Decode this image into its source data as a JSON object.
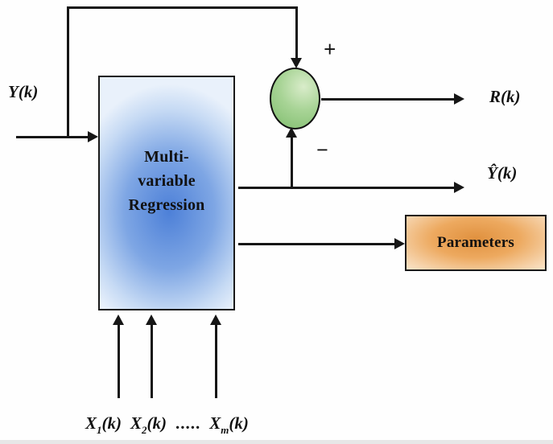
{
  "nodes": {
    "regression_box": {
      "lines": [
        "Multi-",
        "variable",
        "Regression"
      ]
    },
    "parameters_box": {
      "label": "Parameters"
    },
    "sum_junction": {
      "plus": "+",
      "minus": "−"
    }
  },
  "labels": {
    "y_input": "Y(k)",
    "r_output": "R(k)",
    "yhat_output": "Ŷ(k)"
  },
  "inputs": {
    "x1": {
      "base": "X",
      "sub": "1",
      "paren": "(k)"
    },
    "x2": {
      "base": "X",
      "sub": "2",
      "paren": "(k)"
    },
    "dots": ".....",
    "xm": {
      "base": "X",
      "sub": "m",
      "paren": "(k)"
    }
  },
  "colors": {
    "regression_box_fill": "#4d80d8",
    "sum_junction_fill": "#7fbd6d",
    "parameters_box_fill": "#e0913f",
    "line": "#161616",
    "background": "#fefefe"
  }
}
